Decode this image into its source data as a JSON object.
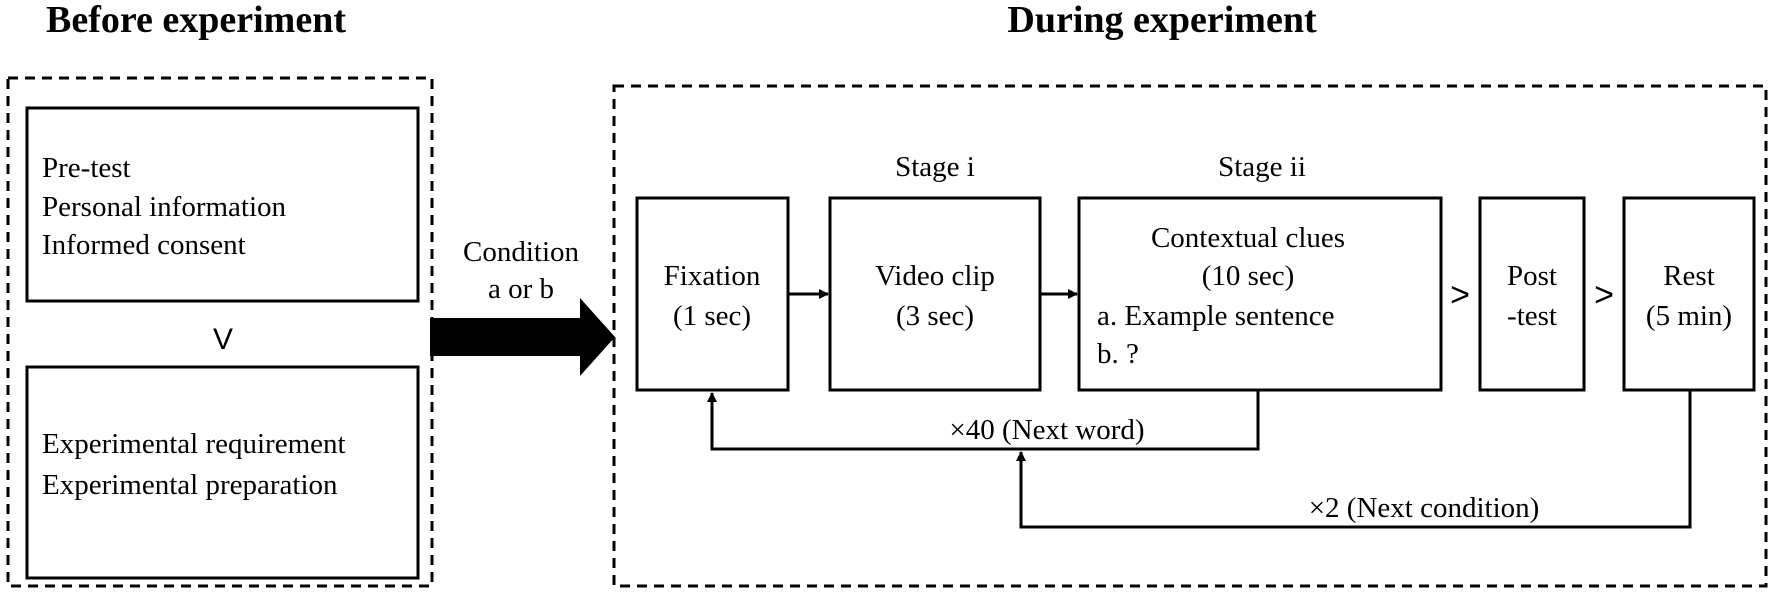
{
  "headings": {
    "before": "Before experiment",
    "during": "During experiment"
  },
  "before": {
    "box1_lines": [
      "Pre-test",
      "Personal information",
      "Informed consent"
    ],
    "separator": "V",
    "box2_lines": [
      "Experimental requirement",
      "Experimental preparation"
    ]
  },
  "transition": {
    "label_lines": [
      "Condition",
      "a or b"
    ]
  },
  "stages": {
    "stage_i": "Stage i",
    "stage_ii": "Stage ii"
  },
  "boxes": {
    "fixation": [
      "Fixation",
      "(1 sec)"
    ],
    "video": [
      "Video clip",
      "(3 sec)"
    ],
    "clues": [
      "Contextual clues",
      "(10 sec)",
      "a.  Example sentence",
      "b.  ?"
    ],
    "posttest": [
      "Post",
      "-test"
    ],
    "rest": [
      "Rest",
      "(5 min)"
    ]
  },
  "separators": {
    "clues_to_posttest": ">",
    "posttest_to_rest": ">"
  },
  "loops": {
    "inner": "×40 (Next word)",
    "outer": "×2 (Next condition)"
  }
}
